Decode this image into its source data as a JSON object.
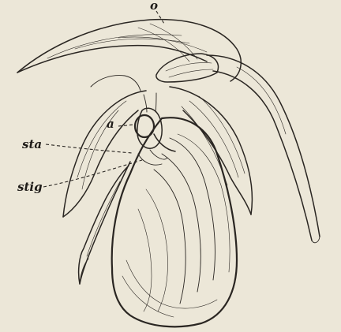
{
  "labels": {
    "o": "o",
    "a": "a",
    "sta": "sta",
    "stig": "stig"
  }
}
